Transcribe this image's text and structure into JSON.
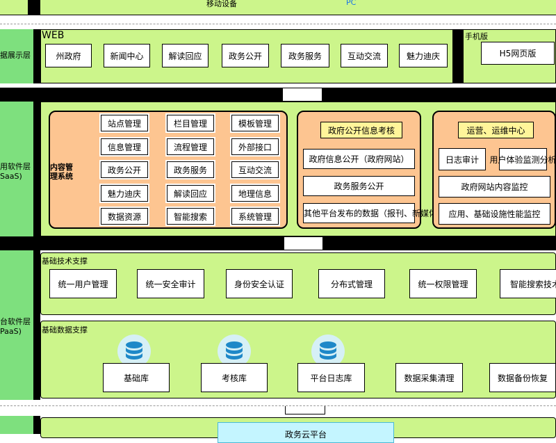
{
  "top": {
    "label1": "移动设备",
    "label2": "PC"
  },
  "display_layer": {
    "side_label": "据展示层",
    "web_title": "WEB",
    "web_items": [
      "州政府",
      "新闻中心",
      "解读回应",
      "政务公开",
      "政务服务",
      "互动交流",
      "魅力迪庆"
    ],
    "mobile_title": "手机版",
    "mobile_item": "H5网页版"
  },
  "saas_layer": {
    "side_label_line1": "用软件层",
    "side_label_line2": "SaaS)",
    "cms": {
      "title_line1": "内容管",
      "title_line2": "理系统",
      "items": [
        [
          "站点管理",
          "栏目管理",
          "模板管理"
        ],
        [
          "信息管理",
          "流程管理",
          "外部接口"
        ],
        [
          "政务公开",
          "政务服务",
          "互动交流"
        ],
        [
          "魅力迪庆",
          "解读回应",
          "地理信息"
        ],
        [
          "数据资源",
          "智能搜索",
          "系统管理"
        ]
      ]
    },
    "assessment": {
      "title": "政府公开信息考核",
      "items": [
        "政府信息公开（政府网站）",
        "政务服务公开",
        "其他平台发布的数据（报刊、新媒体）"
      ]
    },
    "ops": {
      "title": "运营、运维中心",
      "row1_left": "日志审计",
      "row1_right": "用户体验监测分析",
      "items": [
        "政府网站内容监控",
        "应用、基础设施性能监控"
      ]
    }
  },
  "paas_layer": {
    "side_label_line1": "台软件层",
    "side_label_line2": "PaaS)",
    "tech_title": "基础技术支撑",
    "tech_items": [
      "统一用户管理",
      "统一安全审计",
      "身份安全认证",
      "分布式管理",
      "统一权限管理",
      "智能搜索技术"
    ],
    "data_title": "基础数据支撑",
    "data_items": [
      "基础库",
      "考核库",
      "平台日志库",
      "数据采集清理",
      "数据备份恢复"
    ]
  },
  "bottom": {
    "cloud": "政务云平台"
  },
  "icons": {
    "db": "database-icon"
  },
  "colors": {
    "green": "#ccf58b",
    "side": "#7ee07e",
    "orange": "#fdc591",
    "yellow": "#fff59a"
  }
}
